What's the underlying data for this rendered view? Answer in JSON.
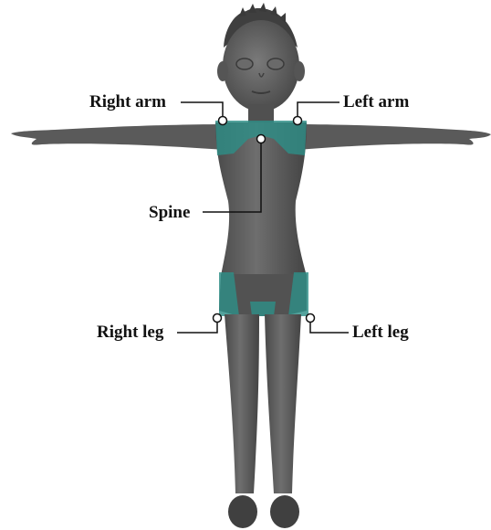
{
  "colors": {
    "background": "#ffffff",
    "body": "#5e5e5e",
    "body_dark": "#3e3e3e",
    "body_light": "#8a8a8a",
    "highlight": "#2e8d86",
    "line": "#111111"
  },
  "labels": {
    "right_arm": "Right arm",
    "left_arm": "Left arm",
    "spine": "Spine",
    "right_leg": "Right leg",
    "left_leg": "Left leg"
  },
  "icons": {
    "figure": "t-pose-character",
    "marker": "attachment-point-circle"
  }
}
